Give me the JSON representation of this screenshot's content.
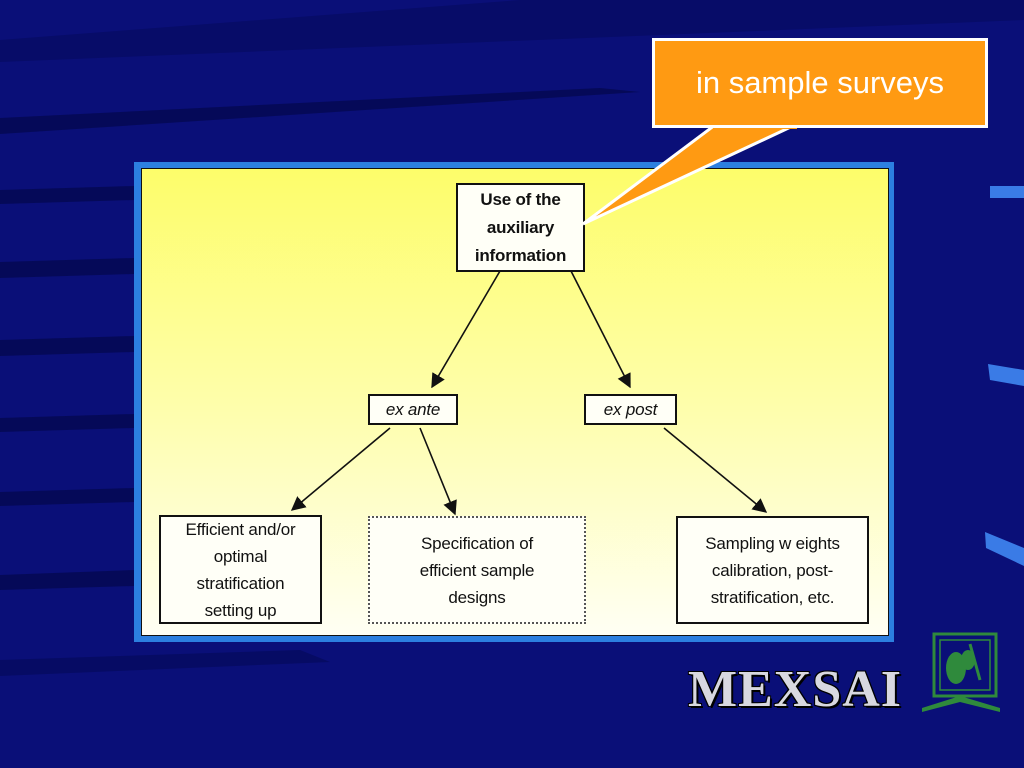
{
  "callout": {
    "text": "in sample surveys",
    "fill": "#ff9a12"
  },
  "diagram": {
    "root": {
      "lines": [
        "Use of the",
        "auxiliary",
        "information"
      ]
    },
    "ex_ante": "ex ante",
    "ex_post": "ex post",
    "leaf_stratification": {
      "lines": [
        "Efficient and/or",
        "optimal",
        "stratification",
        "setting up"
      ]
    },
    "leaf_designs": {
      "lines": [
        "Specification of",
        "efficient sample",
        "designs"
      ]
    },
    "leaf_weights": {
      "lines": [
        "Sampling w eights",
        "calibration, post-",
        "stratification, etc."
      ]
    }
  },
  "logo": {
    "text": "MEXSAI",
    "emblem_icon": "nopal-book-emblem-icon"
  },
  "colors": {
    "background": "#0a0f78",
    "panel_border": "#2c7fe0",
    "panel_fill": "#fdfd6a"
  }
}
